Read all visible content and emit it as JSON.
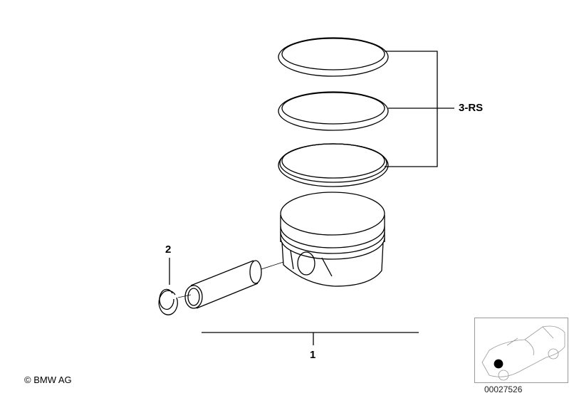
{
  "labels": {
    "part_1": "1",
    "part_2": "2",
    "part_3": "3-RS"
  },
  "copyright": "© BMW AG",
  "diagram_number": "00027526",
  "thumbnail": {
    "icon": "car-location-icon",
    "marker_color": "#000000"
  },
  "line_color": "#000000"
}
